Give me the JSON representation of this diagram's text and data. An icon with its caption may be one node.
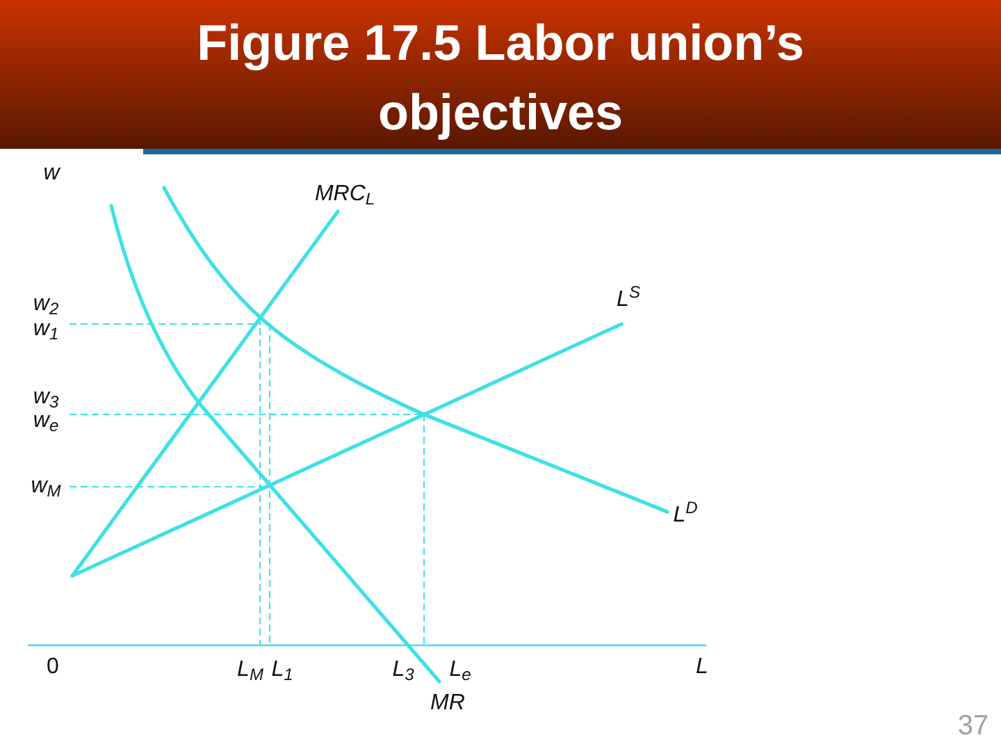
{
  "diagram": {
    "title": "Figure 17.5 Labor union’s objectives",
    "labels": [
      "w",
      "MRC$_{L}$",
      "w$_{2}$",
      "w$_{1}$",
      "L$^{S}$",
      "w$_{3}$",
      "w$_{e}$",
      "w$_{M}$",
      "L$^{D}$",
      "0",
      "L$_{M}$",
      "L$_{1}$",
      "L$_{3}$",
      "L$_{e}$",
      "L",
      "MR",
      "37"
    ]
  }
}
